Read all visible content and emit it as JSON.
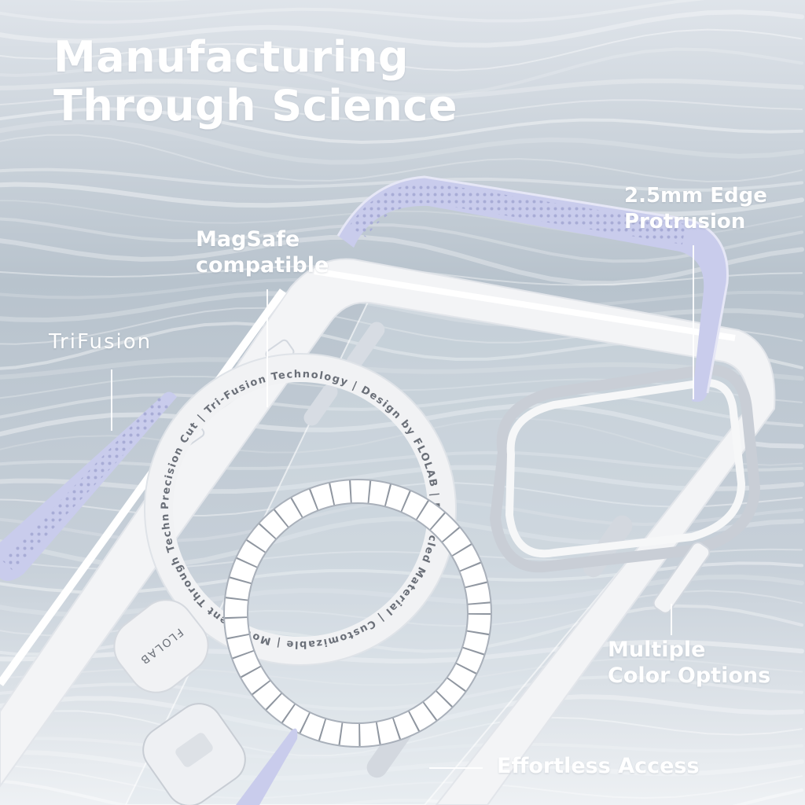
{
  "headline": {
    "line1": "Manufacturing",
    "line2": "Through Science"
  },
  "brand_logo": "TriFusion",
  "callouts": {
    "magsafe": {
      "line1": "MagSafe",
      "line2": "compatible"
    },
    "edge": {
      "line1": "2.5mm Edge",
      "line2": "Protrusion"
    },
    "colors": {
      "line1": "Multiple",
      "line2": "Color Options"
    },
    "access": "Effortless Access"
  },
  "ring_inscription": "Precision Cut | Tri-Fusion Technology | Design by FLOLAB | Recycled Material | Customizable | Movement Through Technology | ",
  "button_label": "FLOLAB",
  "colors": {
    "background": "#aeb9c4",
    "frame": "#f4f5f7",
    "accent_lavender": "#c9ccec",
    "text": "#ffffff"
  }
}
